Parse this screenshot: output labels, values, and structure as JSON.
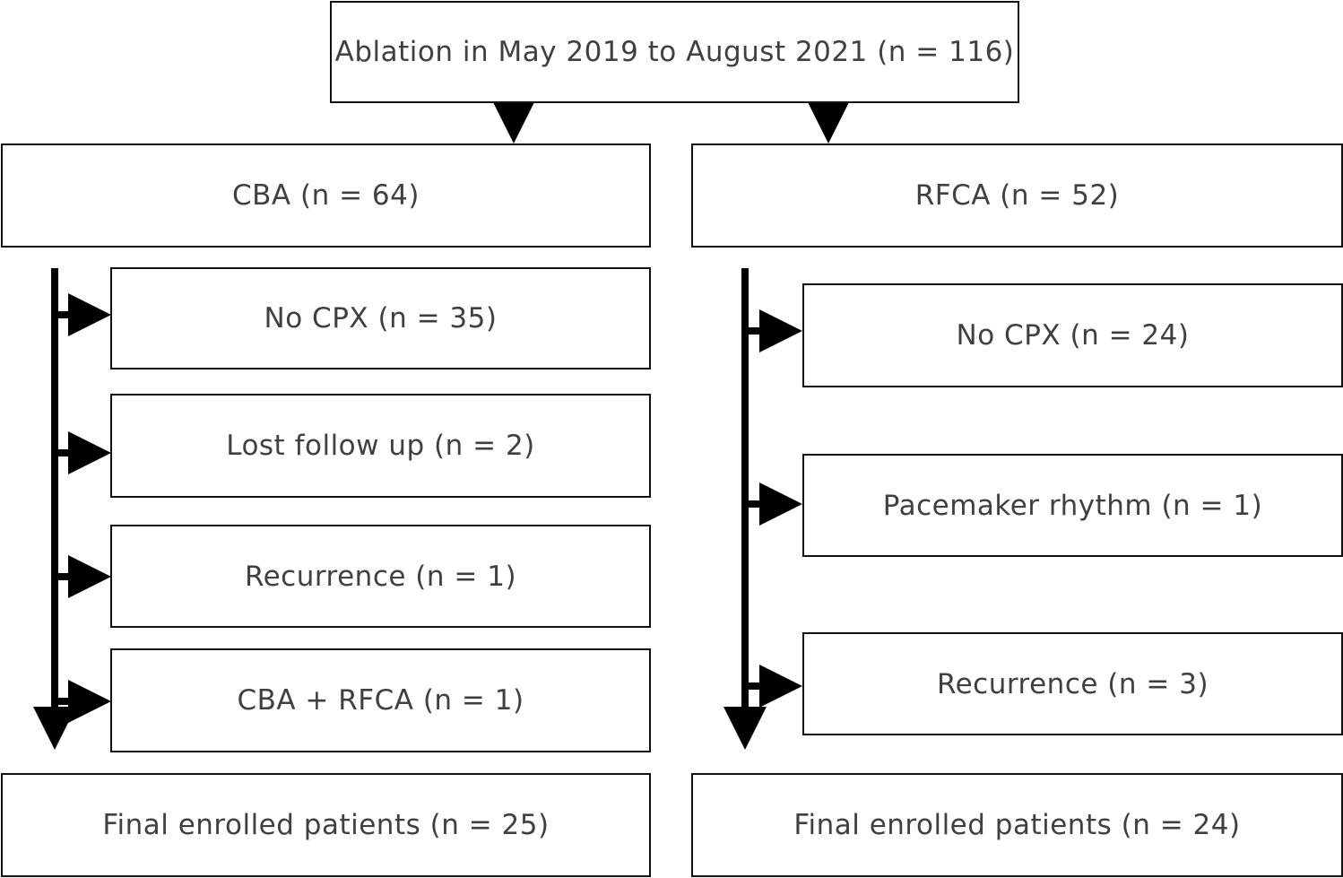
{
  "top": {
    "label": "Ablation in May 2019 to August 2021 (n = 116)"
  },
  "left": {
    "group_label": "CBA (n = 64)",
    "exclusions": [
      "No CPX (n = 35)",
      "Lost follow up (n = 2)",
      "Recurrence (n = 1)",
      "CBA + RFCA (n = 1)"
    ],
    "final_label": "Final enrolled patients (n = 25)"
  },
  "right": {
    "group_label": "RFCA (n = 52)",
    "exclusions": [
      "No CPX (n = 24)",
      "Pacemaker rhythm (n = 1)",
      "Recurrence (n = 3)"
    ],
    "final_label": "Final enrolled patients (n = 24)"
  }
}
